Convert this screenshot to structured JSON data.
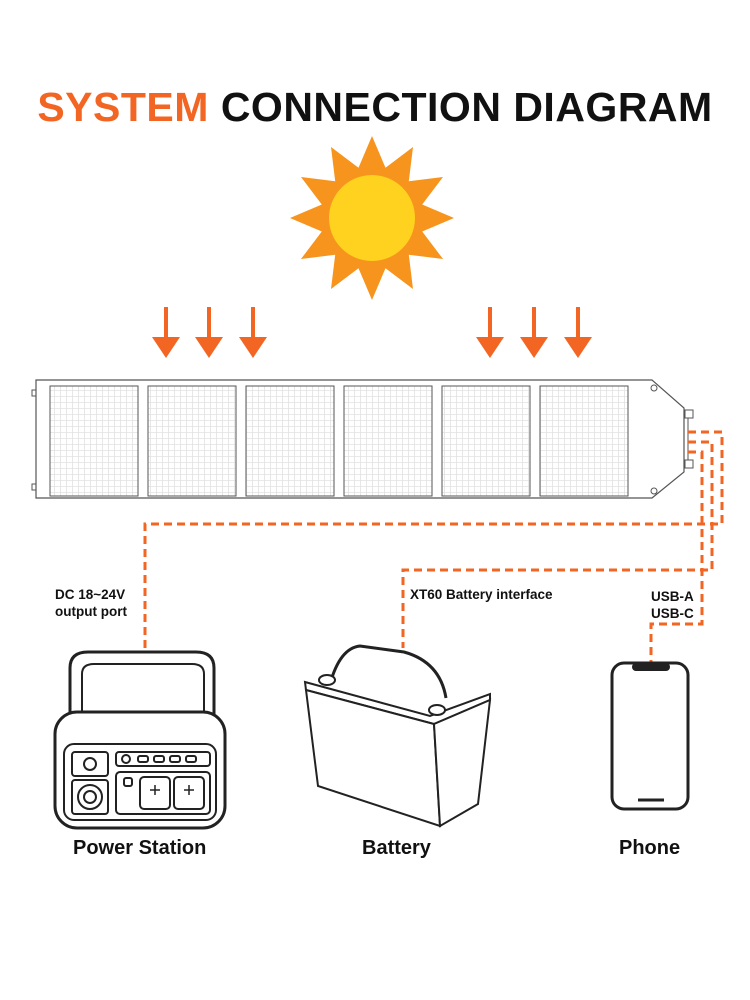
{
  "title": {
    "accent": "SYSTEM",
    "rest": "CONNECTION DIAGRAM"
  },
  "colors": {
    "accent": "#f26522",
    "sun_rays": "#f7941d",
    "sun_core": "#ffd21f",
    "panel_outline": "#555555"
  },
  "connections": {
    "power_station_port": {
      "line1": "DC 18~24V",
      "line2": "output port"
    },
    "battery_port": "XT60 Battery interface",
    "phone_ports": {
      "line1": "USB-A",
      "line2": "USB-C"
    }
  },
  "devices": {
    "power_station": "Power Station",
    "battery": "Battery",
    "phone": "Phone"
  },
  "icons": [
    "sun-icon",
    "down-arrow-icon",
    "solar-panel-icon",
    "power-station-icon",
    "battery-icon",
    "phone-icon"
  ]
}
